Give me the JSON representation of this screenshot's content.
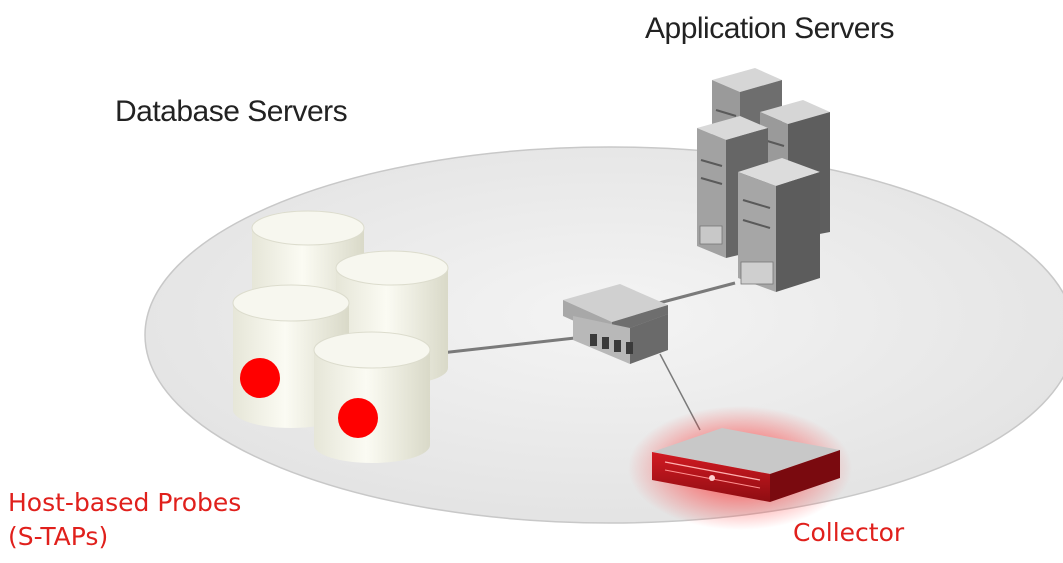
{
  "labels": {
    "application_servers": "Application Servers",
    "database_servers": "Database Servers",
    "host_probes_line1": "Host-based Probes",
    "host_probes_line2": "(S-TAPs)",
    "collector": "Collector"
  },
  "colors": {
    "ellipse_fill": "#ebebeb",
    "ellipse_stroke": "#c8c8c8",
    "cylinder_fill": "#efefe4",
    "probe_dot": "#ff0000",
    "server_gray": "#8a8a8a",
    "collector_red": "#c0141c",
    "label_red": "#e0201c",
    "label_dark": "#222222"
  },
  "icons": {
    "database": "database-cylinder-icon",
    "server": "server-tower-icon",
    "switch": "network-switch-icon",
    "collector": "collector-appliance-icon",
    "probe": "probe-dot-icon"
  }
}
